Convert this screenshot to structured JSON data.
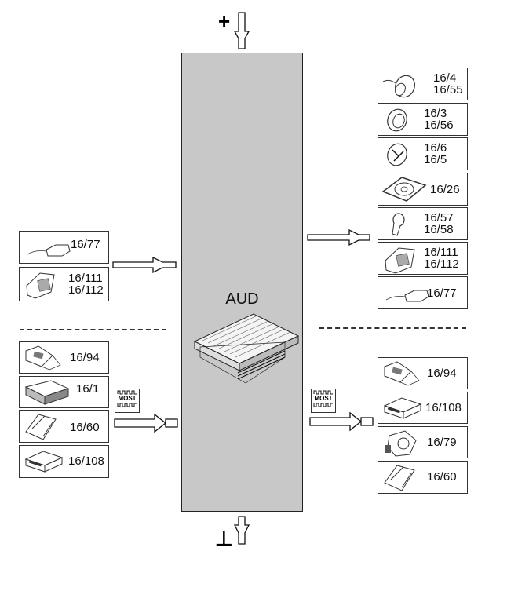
{
  "central_module": {
    "label": "AUD",
    "icon": "amplifier-icon",
    "fill": "#c8c8c8"
  },
  "power": {
    "top_symbol": "+",
    "top_icon": "power-supply-arrow-icon",
    "bottom_symbol": "⊥",
    "bottom_icon": "ground-arrow-icon"
  },
  "bus_label": "MOST",
  "left_inputs": [
    {
      "id": "16/77",
      "lines": [
        "16/77"
      ],
      "icon": "sensor-cable-icon"
    },
    {
      "id": "16/111",
      "lines": [
        "16/111",
        "16/112"
      ],
      "icon": "switch-panel-icon"
    }
  ],
  "left_most": [
    {
      "lines": [
        "16/94"
      ],
      "icon": "head-unit-icon"
    },
    {
      "lines": [
        "16/1"
      ],
      "icon": "control-unit-icon"
    },
    {
      "lines": [
        "16/60"
      ],
      "icon": "bracket-module-icon"
    },
    {
      "lines": [
        "16/108"
      ],
      "icon": "module-box-icon"
    }
  ],
  "right_outputs": [
    {
      "lines": [
        "16/4",
        "16/55"
      ],
      "icon": "speaker-coax-icon"
    },
    {
      "lines": [
        "16/3",
        "16/56"
      ],
      "icon": "speaker-icon"
    },
    {
      "lines": [
        "16/6",
        "16/5"
      ],
      "icon": "woofer-icon"
    },
    {
      "lines": [
        "16/26"
      ],
      "icon": "subwoofer-panel-icon"
    },
    {
      "lines": [
        "16/57",
        "16/58"
      ],
      "icon": "tweeter-icon"
    },
    {
      "lines": [
        "16/111",
        "16/112"
      ],
      "icon": "switch-panel-icon"
    },
    {
      "lines": [
        "16/77"
      ],
      "icon": "sensor-cable-icon"
    }
  ],
  "right_most": [
    {
      "lines": [
        "16/94"
      ],
      "icon": "head-unit-icon"
    },
    {
      "lines": [
        "16/108"
      ],
      "icon": "module-box-icon"
    },
    {
      "lines": [
        "16/79"
      ],
      "icon": "cd-changer-icon"
    },
    {
      "lines": [
        "16/60"
      ],
      "icon": "bracket-module-icon"
    }
  ]
}
